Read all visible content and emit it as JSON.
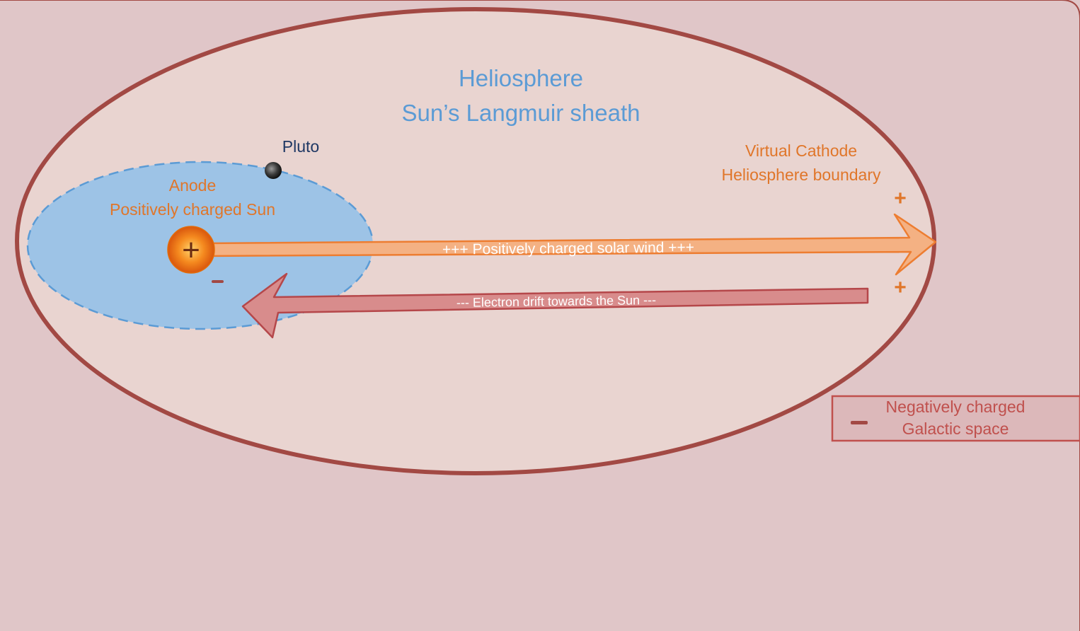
{
  "heliosphere": {
    "title_line1": "Heliosphere",
    "title_line2": "Sun’s Langmuir sheath"
  },
  "pluto": {
    "label": "Pluto"
  },
  "anode": {
    "line1": "Anode",
    "line2": "Positively charged Sun",
    "sun_symbol": "+",
    "minus_symbol": "-"
  },
  "cathode": {
    "line1": "Virtual Cathode",
    "line2": "Heliosphere boundary",
    "plus_top": "+",
    "plus_bottom": "+"
  },
  "solar_wind": {
    "label": "+++ Positively charged solar wind +++"
  },
  "electron_drift": {
    "label": "--- Electron drift towards the Sun ---"
  },
  "legend": {
    "line1": "Negatively charged",
    "line2": "Galactic space",
    "symbol": "-"
  },
  "colors": {
    "background": "#e0c6c8",
    "heliosphere_fill": "#e9d4d0",
    "heliosphere_stroke": "#a24944",
    "inner_orbit_fill": "#9dc3e6",
    "inner_orbit_stroke": "#5b9bd5",
    "title_blue": "#5b9bd5",
    "orange_text": "#e0762a",
    "pluto_text": "#1f3864",
    "solar_wind_arrow": "#f4b183",
    "electron_arrow": "#d88c8c",
    "legend_text": "#c0504d"
  }
}
